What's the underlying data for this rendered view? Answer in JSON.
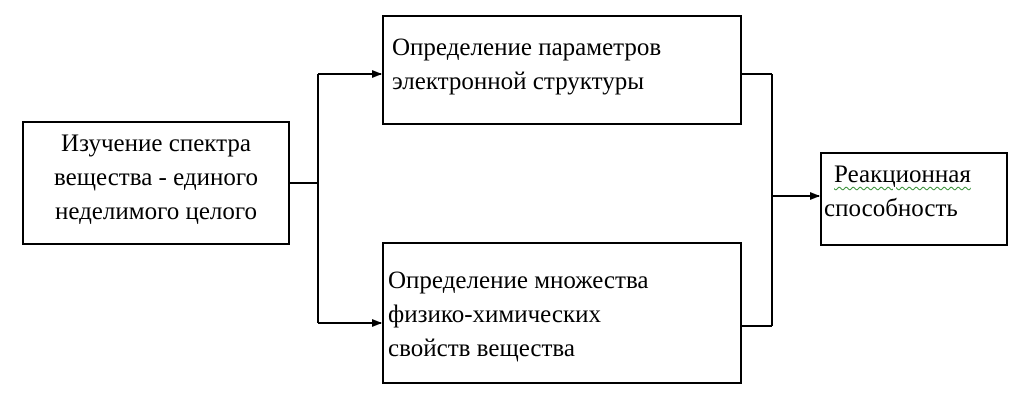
{
  "boxes": {
    "study": {
      "lines": [
        "Изучение спектра",
        "вещества - единого",
        "неделимого целого"
      ]
    },
    "electronic": {
      "lines": [
        "Определение параметров",
        "электронной структуры"
      ]
    },
    "properties": {
      "lines": [
        "Определение множества",
        "физико-химических",
        "свойств вещества"
      ]
    },
    "reactivity": {
      "lines": [
        "Реакционная",
        "способность"
      ]
    }
  },
  "colors": {
    "line": "#000000",
    "spellcheck_underline": "#2e8b2e"
  }
}
